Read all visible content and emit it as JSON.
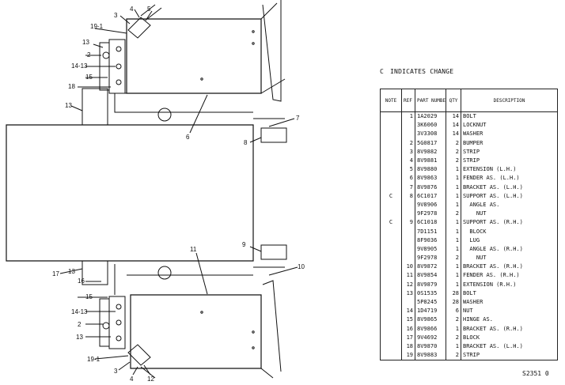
{
  "legend": {
    "code": "C",
    "text": "INDICATES CHANGE"
  },
  "table": {
    "headers": {
      "note": "NOTE",
      "ref": "REF NO",
      "part": "PART NUMBER",
      "qty": "QTY",
      "desc": "DESCRIPTION"
    },
    "rows": [
      {
        "note": "",
        "ref": "1",
        "part": "1A2029",
        "qty": "14",
        "desc": "BOLT"
      },
      {
        "note": "",
        "ref": "",
        "part": "3K6060",
        "qty": "14",
        "desc": "LOCKNUT"
      },
      {
        "note": "",
        "ref": "",
        "part": "3V3308",
        "qty": "14",
        "desc": "WASHER"
      },
      {
        "note": "",
        "ref": "2",
        "part": "5G0817",
        "qty": "2",
        "desc": "BUMPER"
      },
      {
        "note": "",
        "ref": "3",
        "part": "8V9882",
        "qty": "2",
        "desc": "STRIP"
      },
      {
        "note": "",
        "ref": "4",
        "part": "8V9881",
        "qty": "2",
        "desc": "STRIP"
      },
      {
        "note": "",
        "ref": "5",
        "part": "8V9880",
        "qty": "1",
        "desc": "EXTENSION (L.H.)"
      },
      {
        "note": "",
        "ref": "6",
        "part": "8V9863",
        "qty": "1",
        "desc": "FENDER AS. (L.H.)"
      },
      {
        "note": "",
        "ref": "7",
        "part": "8V9876",
        "qty": "1",
        "desc": "BRACKET AS. (L.H.)"
      },
      {
        "note": "C",
        "ref": "8",
        "part": "6C1017",
        "qty": "1",
        "desc": "SUPPORT AS. (L.H.)"
      },
      {
        "note": "",
        "ref": "",
        "part": "9V8906",
        "qty": "1",
        "desc": "  ANGLE AS."
      },
      {
        "note": "",
        "ref": "",
        "part": "9F2978",
        "qty": "2",
        "desc": "    NUT"
      },
      {
        "note": "C",
        "ref": "9",
        "part": "6C1018",
        "qty": "1",
        "desc": "SUPPORT AS. (R.H.)"
      },
      {
        "note": "",
        "ref": "",
        "part": "7D1151",
        "qty": "1",
        "desc": "  BLOCK"
      },
      {
        "note": "",
        "ref": "",
        "part": "8F9036",
        "qty": "1",
        "desc": "  LUG"
      },
      {
        "note": "",
        "ref": "",
        "part": "9V8905",
        "qty": "1",
        "desc": "  ANGLE AS. (R.H.)"
      },
      {
        "note": "",
        "ref": "",
        "part": "9F2978",
        "qty": "2",
        "desc": "    NUT"
      },
      {
        "note": "",
        "ref": "10",
        "part": "8V9872",
        "qty": "1",
        "desc": "BRACKET AS. (R.H.)"
      },
      {
        "note": "",
        "ref": "11",
        "part": "8V9854",
        "qty": "1",
        "desc": "FENDER AS. (R.H.)"
      },
      {
        "note": "",
        "ref": "12",
        "part": "8V9879",
        "qty": "1",
        "desc": "EXTENSION (R.H.)"
      },
      {
        "note": "",
        "ref": "13",
        "part": "0S1535",
        "qty": "28",
        "desc": "BOLT"
      },
      {
        "note": "",
        "ref": "",
        "part": "5P8245",
        "qty": "28",
        "desc": "WASHER"
      },
      {
        "note": "",
        "ref": "14",
        "part": "1D4719",
        "qty": "6",
        "desc": "NUT"
      },
      {
        "note": "",
        "ref": "15",
        "part": "8V9865",
        "qty": "2",
        "desc": "HINGE AS."
      },
      {
        "note": "",
        "ref": "16",
        "part": "8V9866",
        "qty": "1",
        "desc": "BRACKET AS. (R.H.)"
      },
      {
        "note": "",
        "ref": "17",
        "part": "9V4692",
        "qty": "2",
        "desc": "BLOCK"
      },
      {
        "note": "",
        "ref": "18",
        "part": "8V9870",
        "qty": "1",
        "desc": "BRACKET AS. (L.H.)"
      },
      {
        "note": "",
        "ref": "19",
        "part": "8V9883",
        "qty": "2",
        "desc": "STRIP"
      }
    ]
  },
  "drawing": {
    "callouts": [
      {
        "id": "c3a",
        "text": "3"
      },
      {
        "id": "c4a",
        "text": "4"
      },
      {
        "id": "c5a",
        "text": "5"
      },
      {
        "id": "c19a",
        "text": "19-1"
      },
      {
        "id": "c13a",
        "text": "13"
      },
      {
        "id": "c2a",
        "text": "2"
      },
      {
        "id": "c1413a",
        "text": "14-13"
      },
      {
        "id": "c18",
        "text": "18"
      },
      {
        "id": "c15a",
        "text": "15"
      },
      {
        "id": "c13b",
        "text": "13"
      },
      {
        "id": "c6",
        "text": "6"
      },
      {
        "id": "c7",
        "text": "7"
      },
      {
        "id": "c8",
        "text": "8"
      },
      {
        "id": "c9",
        "text": "9"
      },
      {
        "id": "c11",
        "text": "11"
      },
      {
        "id": "c10",
        "text": "10"
      },
      {
        "id": "c17",
        "text": "17"
      },
      {
        "id": "c13c",
        "text": "13"
      },
      {
        "id": "c16",
        "text": "16"
      },
      {
        "id": "c15b",
        "text": "15"
      },
      {
        "id": "c1413b",
        "text": "14-13"
      },
      {
        "id": "c2b",
        "text": "2"
      },
      {
        "id": "c13d",
        "text": "13"
      },
      {
        "id": "c19b",
        "text": "19-1"
      },
      {
        "id": "c3b",
        "text": "3"
      },
      {
        "id": "c4b",
        "text": "4"
      },
      {
        "id": "c12",
        "text": "12"
      }
    ]
  },
  "footer": {
    "code": "S2351 0"
  }
}
